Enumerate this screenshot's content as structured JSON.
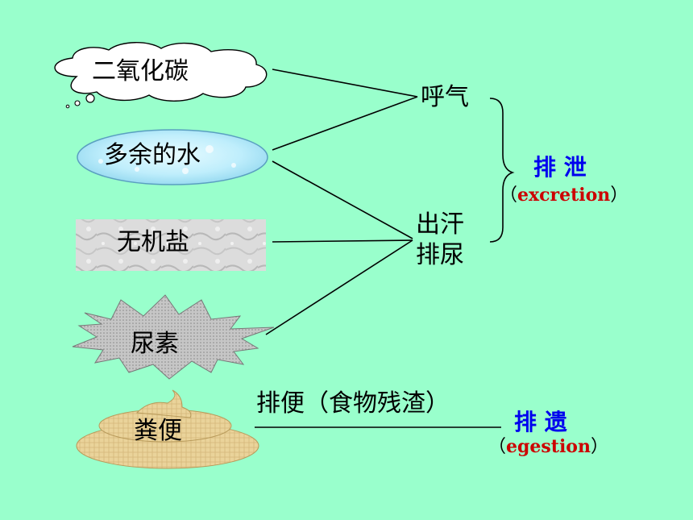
{
  "sources": {
    "co2": "二氧化碳",
    "water": "多余的水",
    "salt": "无机盐",
    "urea": "尿素",
    "feces": "粪便"
  },
  "routes": {
    "breath": "呼气",
    "sweat": "出汗",
    "urine": "排尿",
    "defecation": "排便（食物残渣）"
  },
  "categories": {
    "excretion_zh": "排 泄",
    "excretion_en": "excretion",
    "egestion_zh": "排 遗",
    "egestion_en": "egestion",
    "paren_open": "（",
    "paren_close": "）"
  },
  "colors": {
    "background": "#99ffcc",
    "blue_label": "#0000ee",
    "red_label": "#cc0000"
  }
}
